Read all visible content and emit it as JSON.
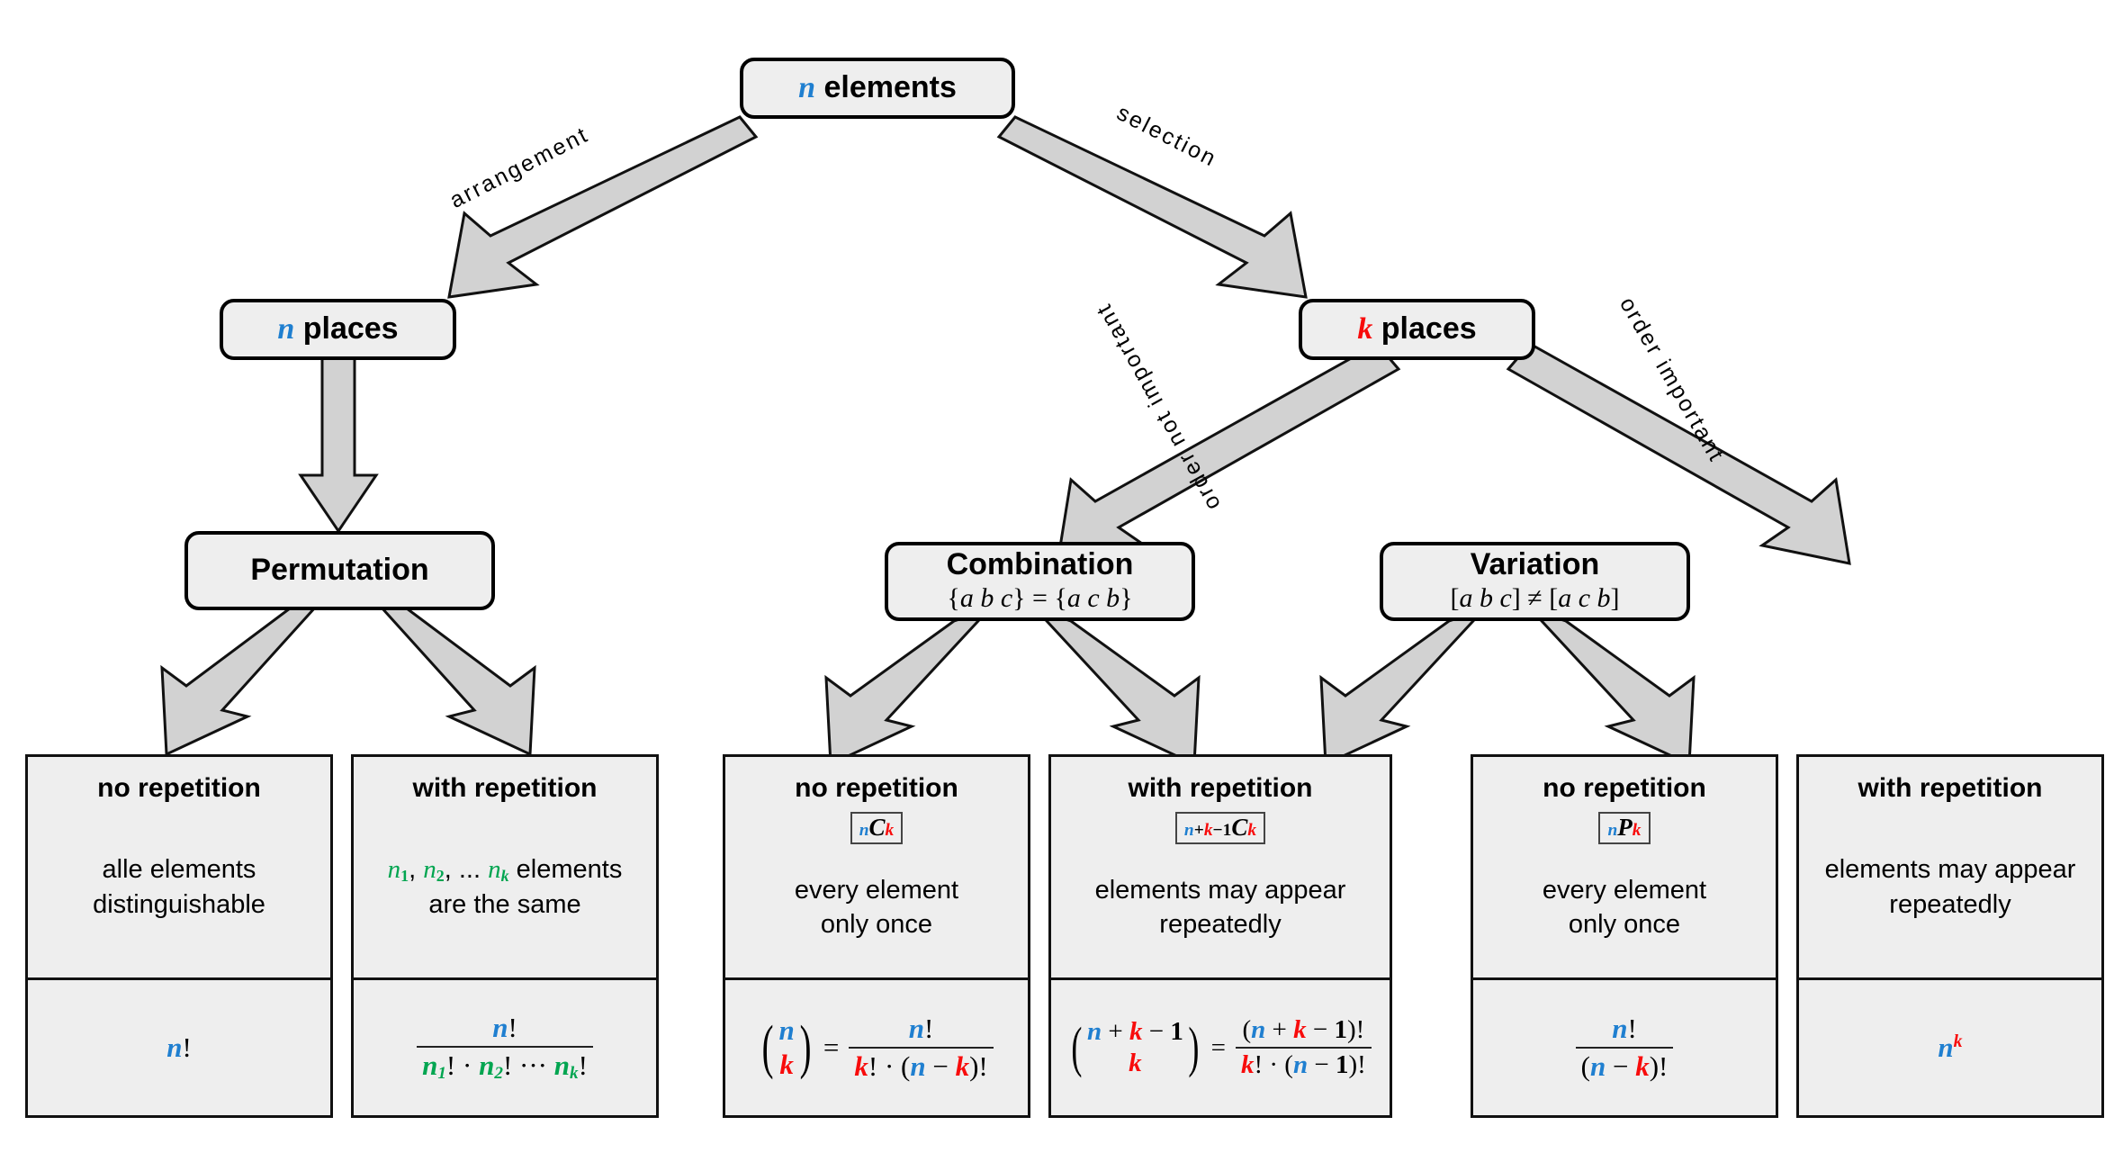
{
  "diagram": {
    "title": "Combinatorics decision tree",
    "colors": {
      "n_blue": "#1f7fd0",
      "k_red": "#f80b0b",
      "group_green": "#00a550",
      "node_fill": "#eeeeee",
      "node_stroke": "#000000",
      "arrow_fill": "#d2d2d2",
      "arrow_stroke": "#111111",
      "background": "#ffffff"
    }
  },
  "nodes": {
    "root": {
      "label_var": "n",
      "label_text": " elements"
    },
    "n_places": {
      "label_var": "n",
      "label_text": " places"
    },
    "k_places": {
      "label_var": "k",
      "label_text": " places"
    },
    "permutation": {
      "title": "Permutation",
      "subtitle": ""
    },
    "combination": {
      "title": "Combination",
      "subtitle": "{a b c} = {a c b}"
    },
    "variation": {
      "title": "Variation",
      "subtitle": "[a b c] ≠ [a c b]"
    }
  },
  "edges": [
    {
      "label": "arrangement",
      "from": "root",
      "to": "n_places"
    },
    {
      "label": "selection",
      "from": "root",
      "to": "k_places"
    },
    {
      "label": "order not important",
      "from": "k_places",
      "to": "combination"
    },
    {
      "label": "order important",
      "from": "k_places",
      "to": "variation"
    }
  ],
  "leaves": [
    {
      "group": "permutation",
      "head": "no repetition",
      "badge": "",
      "desc_lines": [
        "alle elements",
        "distinguishable"
      ],
      "formula": "n!"
    },
    {
      "group": "permutation",
      "head": "with repetition",
      "badge": "",
      "desc_lines": [
        "n₁, n₂, ... nₖ elements",
        "are the same"
      ],
      "formula": "n! / (n₁! · n₂! ⋯ nₖ!)"
    },
    {
      "group": "combination",
      "head": "no repetition",
      "badge": "nCk",
      "desc_lines": [
        "every element",
        "only once"
      ],
      "formula": "(n over k) = n! / (k! · (n − k)!)"
    },
    {
      "group": "combination",
      "head": "with repetition",
      "badge": "n+k−1Ck",
      "desc_lines": [
        "elements may appear",
        "repeatedly"
      ],
      "formula": "(n+k−1 over k) = (n + k − 1)! / (k! · (n − 1)!)"
    },
    {
      "group": "variation",
      "head": "no repetition",
      "badge": "nPk",
      "desc_lines": [
        "every element",
        "only once"
      ],
      "formula": "n! / (n − k)!"
    },
    {
      "group": "variation",
      "head": "with repetition",
      "badge": "",
      "desc_lines": [
        "elements may appear",
        "repeatedly"
      ],
      "formula": "n^k"
    }
  ]
}
